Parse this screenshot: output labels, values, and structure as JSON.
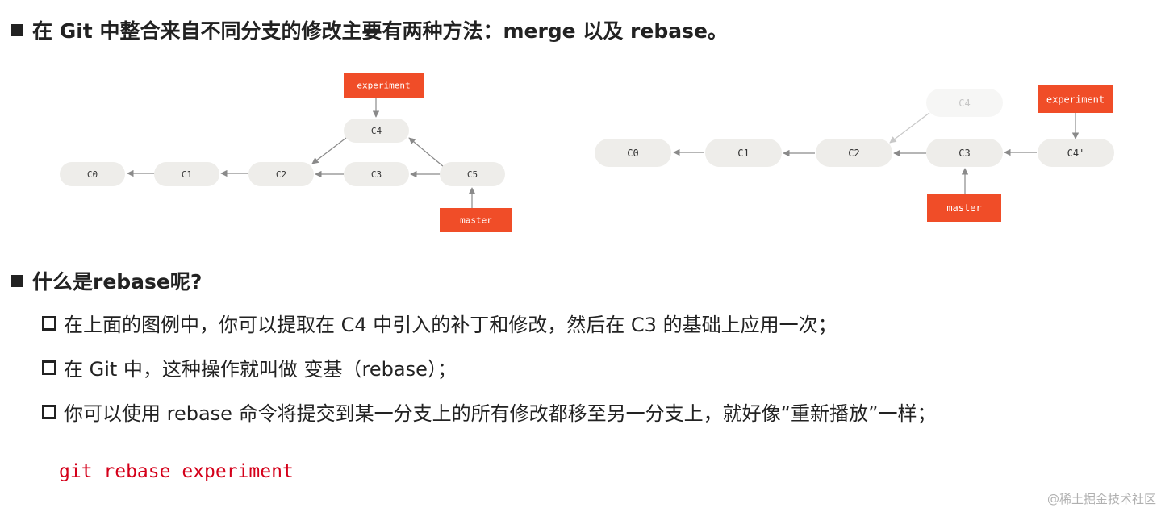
{
  "heading_merge": "在 Git 中整合来自不同分支的修改主要有两种方法：merge 以及 rebase。",
  "merge_diagram": {
    "commits": [
      "C0",
      "C1",
      "C2",
      "C3",
      "C4",
      "C5"
    ],
    "labels": {
      "experiment": "experiment",
      "master": "master"
    }
  },
  "rebase_diagram": {
    "commits": [
      "C0",
      "C1",
      "C2",
      "C3",
      "C4'"
    ],
    "ghost_commit": "C4",
    "labels": {
      "experiment": "experiment",
      "master": "master"
    }
  },
  "heading_rebase": "什么是rebase呢?",
  "bullets": [
    "在上面的图例中，你可以提取在 C4 中引入的补丁和修改，然后在 C3 的基础上应用一次；",
    "在 Git 中，这种操作就叫做 变基（rebase）；",
    "你可以使用 rebase 命令将提交到某一分支上的所有修改都移至另一分支上，就好像“重新播放”一样；"
  ],
  "code": "git rebase experiment",
  "watermark": "@稀土掘金技术社区",
  "colors": {
    "branch_tag": "#f04d28",
    "commit_fill": "#eeedea",
    "ghost_text": "#c6c6c6",
    "code": "#d4001a"
  }
}
